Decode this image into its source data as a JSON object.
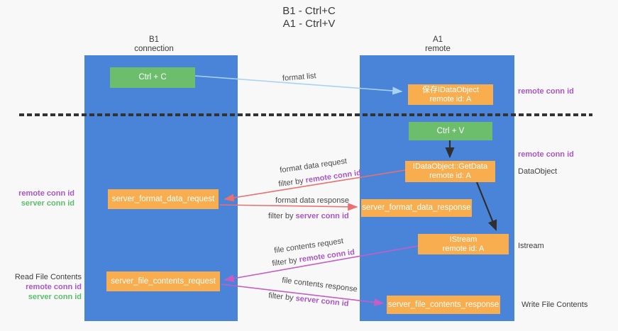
{
  "title": {
    "line1": "B1 - Ctrl+C",
    "line2": "A1 - Ctrl+V"
  },
  "lanes": {
    "left_name": "B1",
    "left_role": "connection",
    "right_name": "A1",
    "right_role": "remote"
  },
  "boxes": {
    "ctrl_c": "Ctrl + C",
    "ctrl_v": "Ctrl + V",
    "save_dataobject_line1": "保存IDataObject",
    "save_dataobject_line2": "remote id: A",
    "getdata_line1": "IDataObject::GetData",
    "getdata_line2": "remote id: A",
    "istream_line1": "IStream",
    "istream_line2": "remote id: A",
    "server_format_data_request": "server_format_data_request",
    "server_format_data_response": "server_format_data_response",
    "server_file_contents_request": "server_file_contents_request",
    "server_file_contents_response": "server_file_contents_response"
  },
  "arrow_labels": {
    "format_list": "format list",
    "format_data_request": "format data request",
    "format_data_response": "format data response",
    "file_contents_request": "file contents request",
    "file_contents_response": "file contents response",
    "filter_by": "filter by",
    "remote_conn_id": "remote conn id",
    "server_conn_id": "server conn id"
  },
  "annotations": {
    "remote_conn_id_top": "remote conn id",
    "remote_conn_id_mid": "remote conn id",
    "dataobject": "DataObject",
    "istream": "Istream",
    "write_file_contents": "Write File Contents",
    "read_file_contents": "Read File Contents",
    "remote_conn_id_left1": "remote conn id",
    "server_conn_id_left1": "server conn id",
    "remote_conn_id_left2": "remote conn id",
    "server_conn_id_left2": "server conn id"
  },
  "colors": {
    "lane_blue": "#4a84d9",
    "box_green": "#6dbe6c",
    "box_orange": "#f8ad4e",
    "arrow_lightblue": "#a9d3f2",
    "arrow_red": "#e8706e",
    "arrow_magenta": "#c45ec4",
    "arrow_black": "#2f2f2f",
    "text_purple": "#a957c5",
    "text_green": "#5dbd6b"
  }
}
